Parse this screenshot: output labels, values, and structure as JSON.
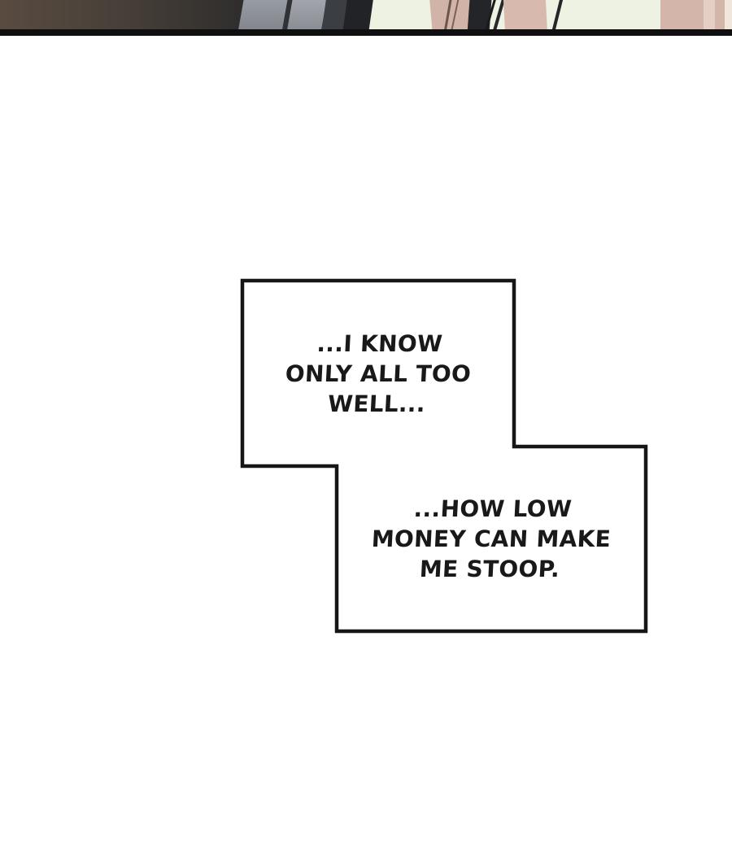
{
  "page": {
    "background_color": "#ffffff"
  },
  "previous_panel_strip": {
    "colors": {
      "left_shadow_brown": "#5a4c41",
      "left_shadow_dark": "#2a2a2b",
      "gray_slat_light": "#a6aab0",
      "gray_slat_medium": "#84888f",
      "dark_slat": "#3b3e42",
      "black_bar": "#212326",
      "pale_green_background": "#edf2e2",
      "skin_tan": "#d2b3a7",
      "skin_tan_light": "#e5cfc4",
      "cream_edge": "#f0e6dc",
      "ink_line_black": "#1a1b1e"
    }
  },
  "divider": {
    "color": "#0f0f10"
  },
  "bubble_style": {
    "fill": "#ffffff",
    "border_color": "#161616",
    "text_color": "#191919"
  },
  "speech_bubbles": [
    {
      "name": "bubble-1",
      "lines": [
        "...I KNOW",
        "ONLY ALL TOO",
        "WELL..."
      ]
    },
    {
      "name": "bubble-2",
      "lines": [
        "...HOW LOW",
        "MONEY CAN MAKE",
        "ME STOOP."
      ]
    }
  ]
}
